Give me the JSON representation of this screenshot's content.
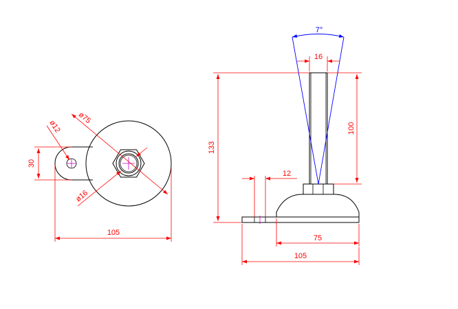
{
  "drawing": {
    "colors": {
      "geometry": "#000000",
      "dimension": "#ff0000",
      "angle": "#0000ff",
      "centerline": "#cc00cc",
      "background": "#ffffff"
    },
    "top_view": {
      "dim_base_diameter": "ø75",
      "dim_hole_diameter": "ø12",
      "dim_tab_height": "30",
      "dim_stem_diameter": "ø16",
      "dim_overall_length": "105"
    },
    "side_view": {
      "dim_angle": "7°",
      "dim_stem_width": "16",
      "dim_overall_height": "133",
      "dim_stem_length": "100",
      "dim_slot": "12",
      "dim_base_width": "75",
      "dim_overall_length": "105"
    }
  }
}
